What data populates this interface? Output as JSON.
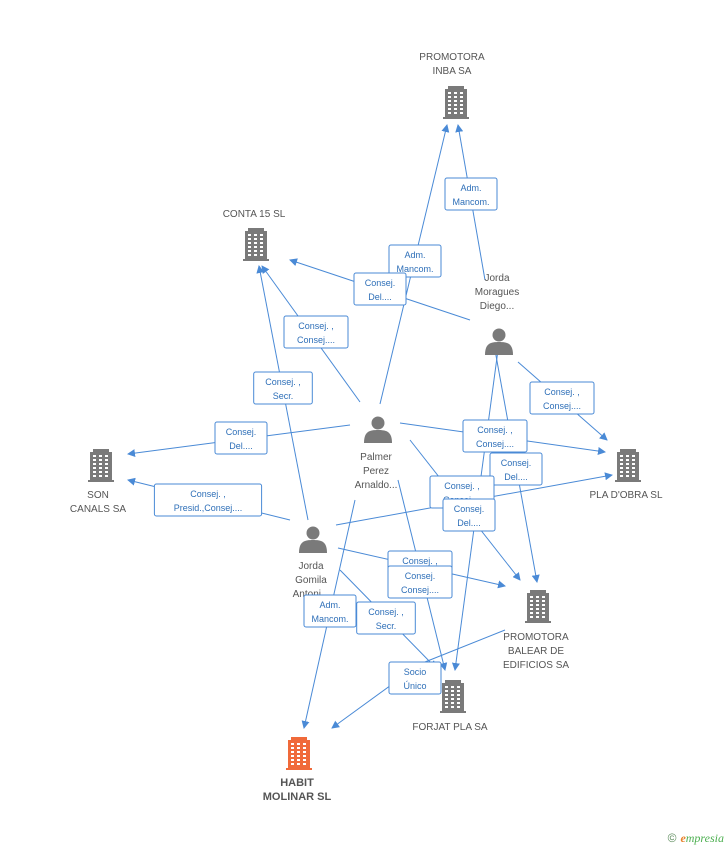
{
  "colors": {
    "edge": "#4a8ad6",
    "company": "#7a7a7a",
    "person": "#7a7a7a",
    "focus": "#f06a3a"
  },
  "nodes": [
    {
      "id": "promotora_inba",
      "kind": "company",
      "lines": [
        "PROMOTORA",
        "INBA SA"
      ]
    },
    {
      "id": "conta15",
      "kind": "company",
      "lines": [
        "CONTA 15 SL"
      ]
    },
    {
      "id": "jorda_moragues",
      "kind": "person",
      "lines": [
        "Jorda",
        "Moragues",
        "Diego..."
      ]
    },
    {
      "id": "palmer",
      "kind": "person",
      "lines": [
        "Palmer",
        "Perez",
        "Arnaldo..."
      ]
    },
    {
      "id": "son_canals",
      "kind": "company",
      "lines": [
        "SON",
        "CANALS SA"
      ]
    },
    {
      "id": "pla_dobra",
      "kind": "company",
      "lines": [
        "PLA D'OBRA SL"
      ]
    },
    {
      "id": "jorda_gomila",
      "kind": "person",
      "lines": [
        "Jorda",
        "Gomila",
        "Antoni..."
      ]
    },
    {
      "id": "promotora_balear",
      "kind": "company",
      "lines": [
        "PROMOTORA",
        "BALEAR DE",
        "EDIFICIOS SA"
      ]
    },
    {
      "id": "forjat",
      "kind": "company",
      "lines": [
        "FORJAT PLA SA"
      ]
    },
    {
      "id": "habit",
      "kind": "focus",
      "lines": [
        "HABIT",
        "MOLINAR SL"
      ]
    }
  ],
  "edge_labels": [
    [
      "Adm.",
      "Mancom."
    ],
    [
      "Adm.",
      "Mancom."
    ],
    [
      "Consej.",
      "Del...."
    ],
    [
      "Consej. ,",
      "Consej...."
    ],
    [
      "Consej. ,",
      "Secr."
    ],
    [
      "Consej.",
      "Del...."
    ],
    [
      "Consej. ,",
      "Presid.,Consej...."
    ],
    [
      "Consej. ,",
      "Consej...."
    ],
    [
      "Consej. ,",
      "Consej...."
    ],
    [
      "Consej.",
      "Del...."
    ],
    [
      "Consej. ,",
      "Consej...."
    ],
    [
      "Consej.",
      "Del...."
    ],
    [
      "Consej. ,",
      "Consej...."
    ],
    [
      "Consej.",
      "Consej...."
    ],
    [
      "Adm.",
      "Mancom."
    ],
    [
      "Consej. ,",
      "Secr."
    ],
    [
      "Socio",
      "Único"
    ]
  ],
  "brand": {
    "copyright": "©",
    "name_first": "e",
    "name_rest": "mpresia"
  }
}
